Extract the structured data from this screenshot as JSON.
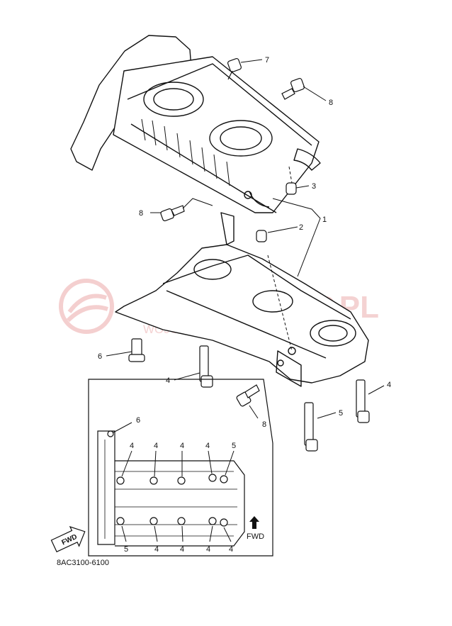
{
  "diagram": {
    "part_code": "8AC3100-6100",
    "callouts": {
      "c1": "1",
      "c2": "2",
      "c3": "3",
      "c4a": "4",
      "c4b": "4",
      "c5": "5",
      "c6": "6",
      "c7": "7",
      "c8a": "8",
      "c8b": "8",
      "c8c": "8"
    },
    "inset_callouts": {
      "top": [
        "6",
        "4",
        "4",
        "4",
        "4",
        "5"
      ],
      "bottom": [
        "5",
        "4",
        "4",
        "4",
        "4"
      ]
    },
    "fwd_arrow_label": "FWD",
    "inset_fwd_label": "FWD"
  },
  "watermark": {
    "line1": "YAMASKLEP.PL",
    "line2": "WOJCIECHOWSKI & CALUS YAMAHA"
  }
}
